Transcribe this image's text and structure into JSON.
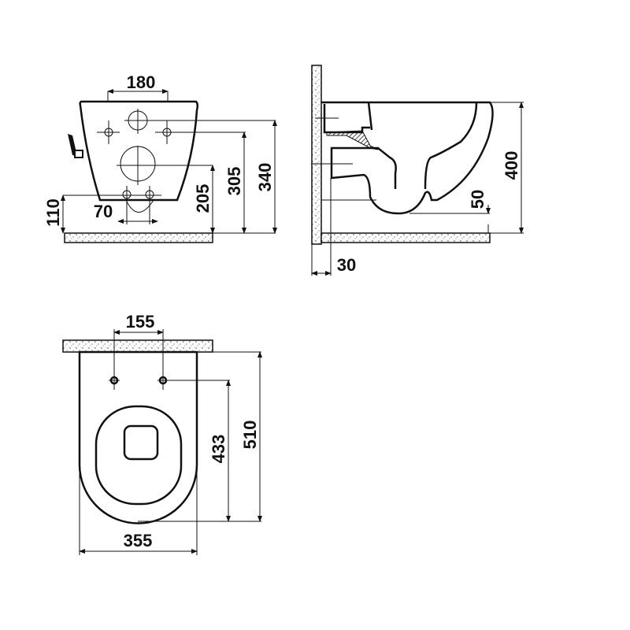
{
  "drawing": {
    "front_view": {
      "dim_hole_spacing": "180",
      "dim_top_hole_height": "340",
      "dim_side_hole_height": "305",
      "dim_outlet_height": "205",
      "dim_bottom_height": "110",
      "dim_bottom_hole_spacing": "70"
    },
    "side_view": {
      "dim_total_height": "400",
      "dim_bowl_bottom": "50",
      "dim_wall_gap": "30"
    },
    "top_view": {
      "dim_hole_spacing": "155",
      "dim_hole_to_front": "433",
      "dim_length": "510",
      "dim_width": "355"
    }
  }
}
